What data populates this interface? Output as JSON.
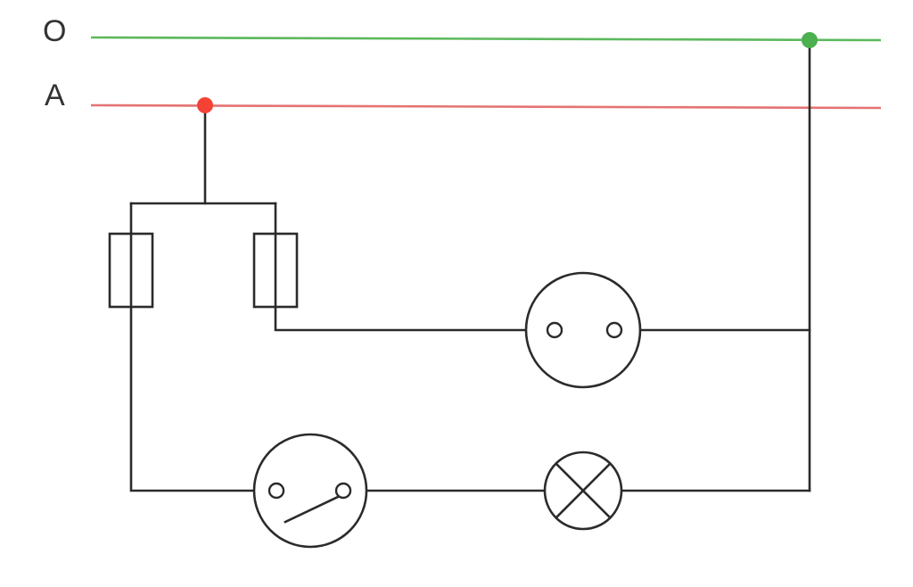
{
  "lines": {
    "neutral": {
      "label": "O",
      "color": "#5cb85c"
    },
    "phase": {
      "label": "A",
      "color": "#e57373"
    }
  },
  "junctions": {
    "neutral_color": "#4caf50",
    "phase_color": "#f44336"
  },
  "components": [
    "fuse",
    "fuse",
    "socket",
    "switch",
    "lamp"
  ]
}
